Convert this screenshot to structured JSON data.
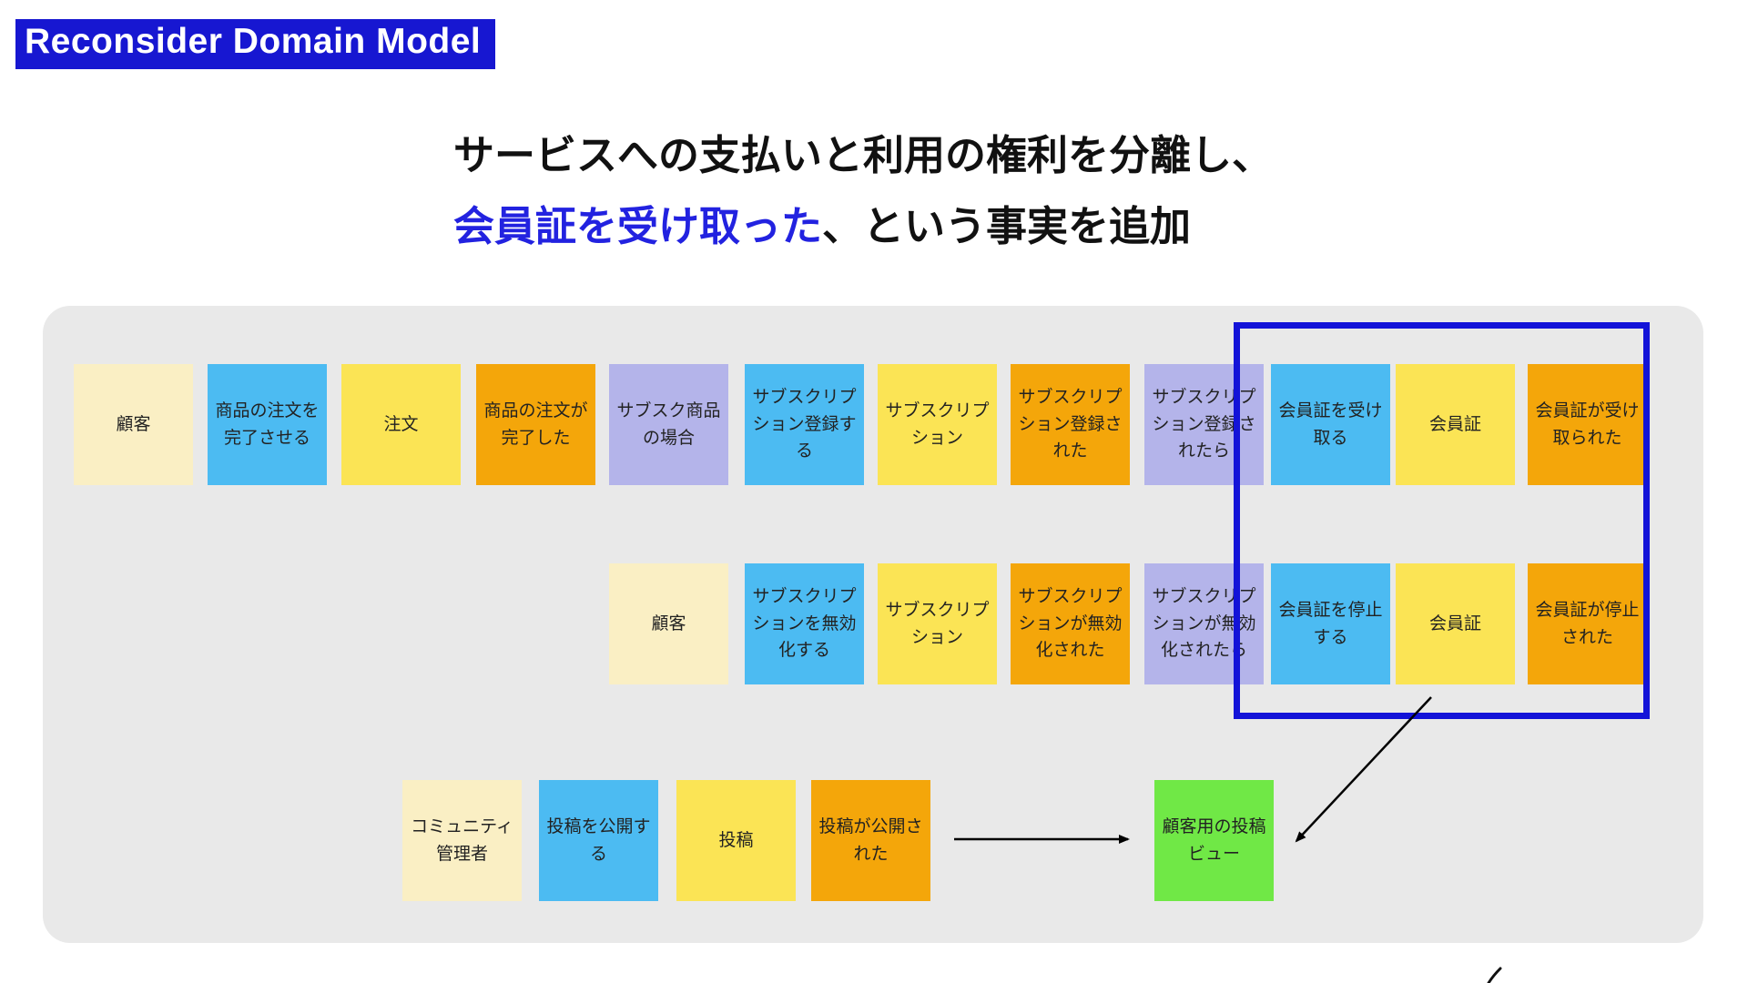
{
  "title": "Reconsider Domain Model",
  "subtitle": {
    "line1": "サービスへの支払いと利用の権利を分離し、",
    "line2_highlight": "会員証を受け取った",
    "line2_rest": "、という事実を追加"
  },
  "colors": {
    "actor": "#faefc4",
    "command": "#4cbbf2",
    "aggregate": "#fbe455",
    "event": "#f4a60a",
    "policy": "#b4b4ea",
    "view": "#70e846",
    "accent_blue": "#1313d8",
    "title_bg": "#1717d1",
    "board_bg": "#e9e9e9"
  },
  "board": {
    "row1": [
      {
        "label": "顧客",
        "type": "actor"
      },
      {
        "label": "商品の注文を完了させる",
        "type": "command"
      },
      {
        "label": "注文",
        "type": "aggregate"
      },
      {
        "label": "商品の注文が完了した",
        "type": "event"
      },
      {
        "label": "サブスク商品の場合",
        "type": "policy"
      },
      {
        "label": "サブスクリプション登録する",
        "type": "command"
      },
      {
        "label": "サブスクリプション",
        "type": "aggregate"
      },
      {
        "label": "サブスクリプション登録された",
        "type": "event"
      },
      {
        "label": "サブスクリプション登録されたら",
        "type": "policy"
      },
      {
        "label": "会員証を受け取る",
        "type": "command"
      },
      {
        "label": "会員証",
        "type": "aggregate"
      },
      {
        "label": "会員証が受け取られた",
        "type": "event"
      }
    ],
    "row2": [
      {
        "label": "顧客",
        "type": "actor"
      },
      {
        "label": "サブスクリプションを無効化する",
        "type": "command"
      },
      {
        "label": "サブスクリプション",
        "type": "aggregate"
      },
      {
        "label": "サブスクリプションが無効化された",
        "type": "event"
      },
      {
        "label": "サブスクリプションが無効化されたら",
        "type": "policy"
      },
      {
        "label": "会員証を停止する",
        "type": "command"
      },
      {
        "label": "会員証",
        "type": "aggregate"
      },
      {
        "label": "会員証が停止された",
        "type": "event"
      }
    ],
    "row3": [
      {
        "label": "コミュニティ管理者",
        "type": "actor"
      },
      {
        "label": "投稿を公開する",
        "type": "command"
      },
      {
        "label": "投稿",
        "type": "aggregate"
      },
      {
        "label": "投稿が公開された",
        "type": "event"
      },
      {
        "label": "顧客用の投稿ビュー",
        "type": "view"
      }
    ]
  }
}
